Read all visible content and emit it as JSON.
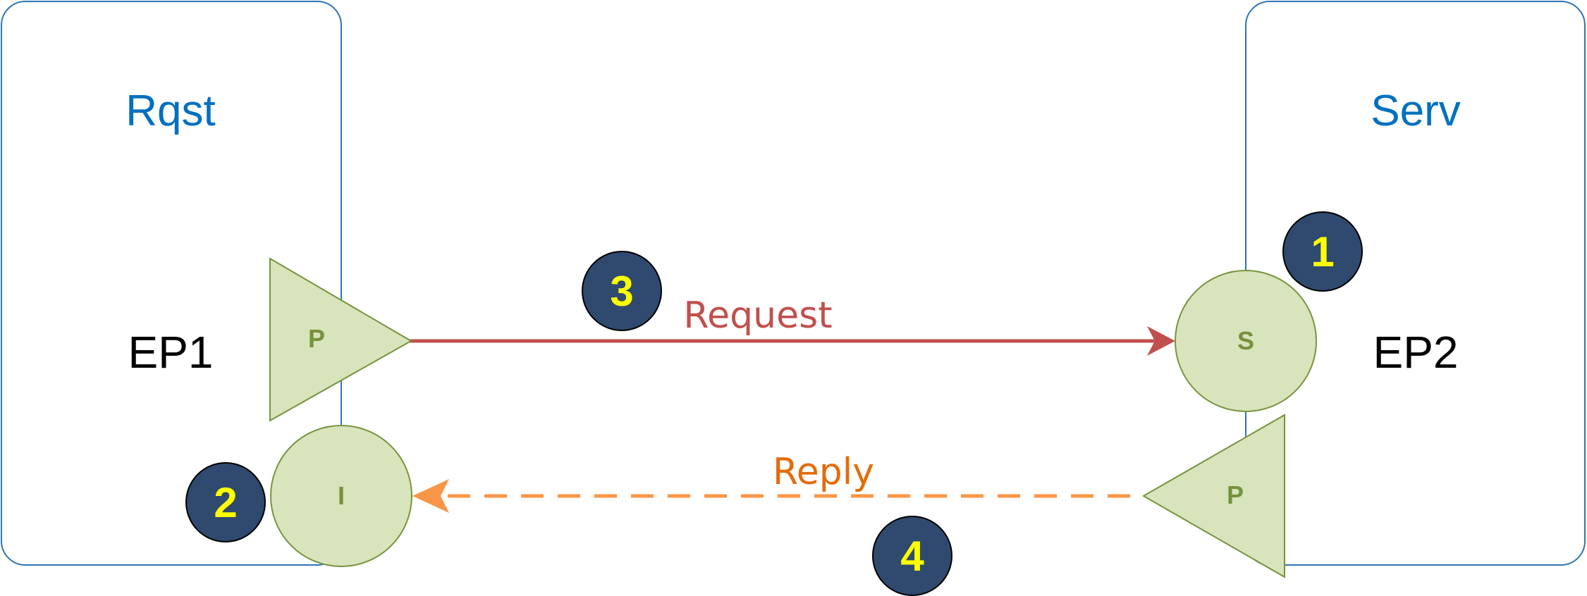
{
  "requester": {
    "title": "Rqst",
    "endpoint": "EP1",
    "publish_port": "P",
    "interface_port": "I"
  },
  "server": {
    "title": "Serv",
    "endpoint": "EP2",
    "subscribe_port": "S",
    "publish_port": "P"
  },
  "messages": {
    "request": "Request",
    "reply": "Reply"
  },
  "steps": [
    "1",
    "2",
    "3",
    "4"
  ],
  "colors": {
    "box_border": "#2e75b6",
    "title": "#0070c0",
    "port_fill": "#d8e4bc",
    "port_stroke": "#77933c",
    "port_label": "#76923c",
    "badge_fill": "#2f4a6e",
    "badge_text": "#ffff00",
    "request": "#c0504d",
    "reply": "#f79646",
    "reply_text": "#e46c0a"
  }
}
